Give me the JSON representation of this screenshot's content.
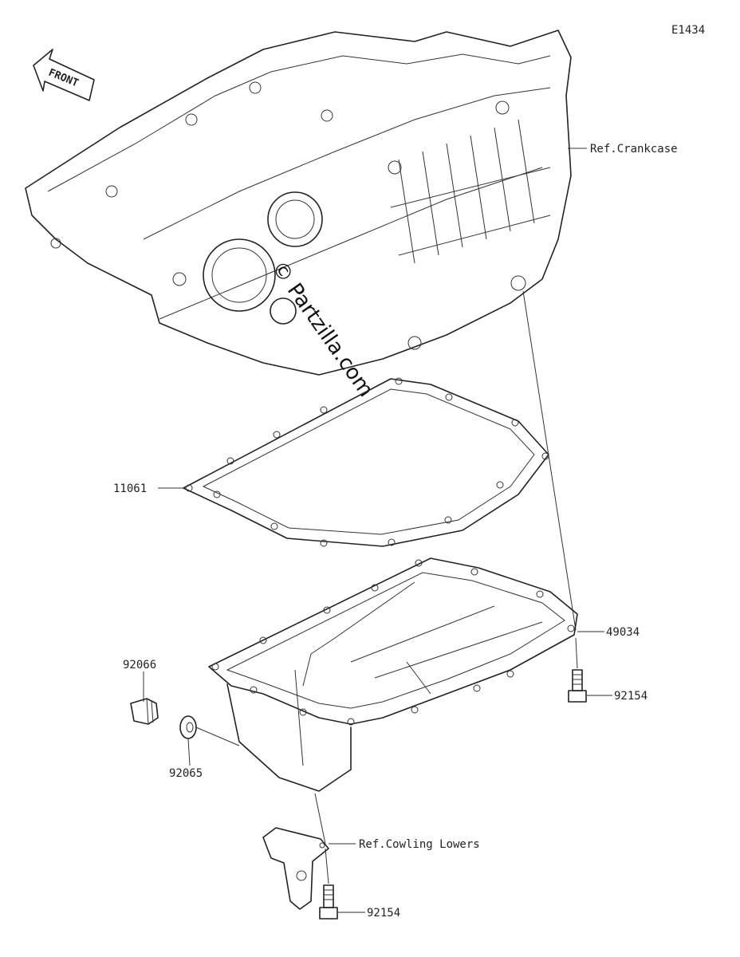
{
  "diagram_id": "E1434",
  "front_arrow_text": "FRONT",
  "watermark": "© Partzilla.com",
  "callouts": {
    "crankcase": "Ref.Crankcase",
    "gasket": "11061",
    "oil_pan": "49034",
    "bolt_right": "92154",
    "drain_plug": "92066",
    "washer": "92065",
    "cowling": "Ref.Cowling Lowers",
    "bolt_bottom": "92154"
  }
}
